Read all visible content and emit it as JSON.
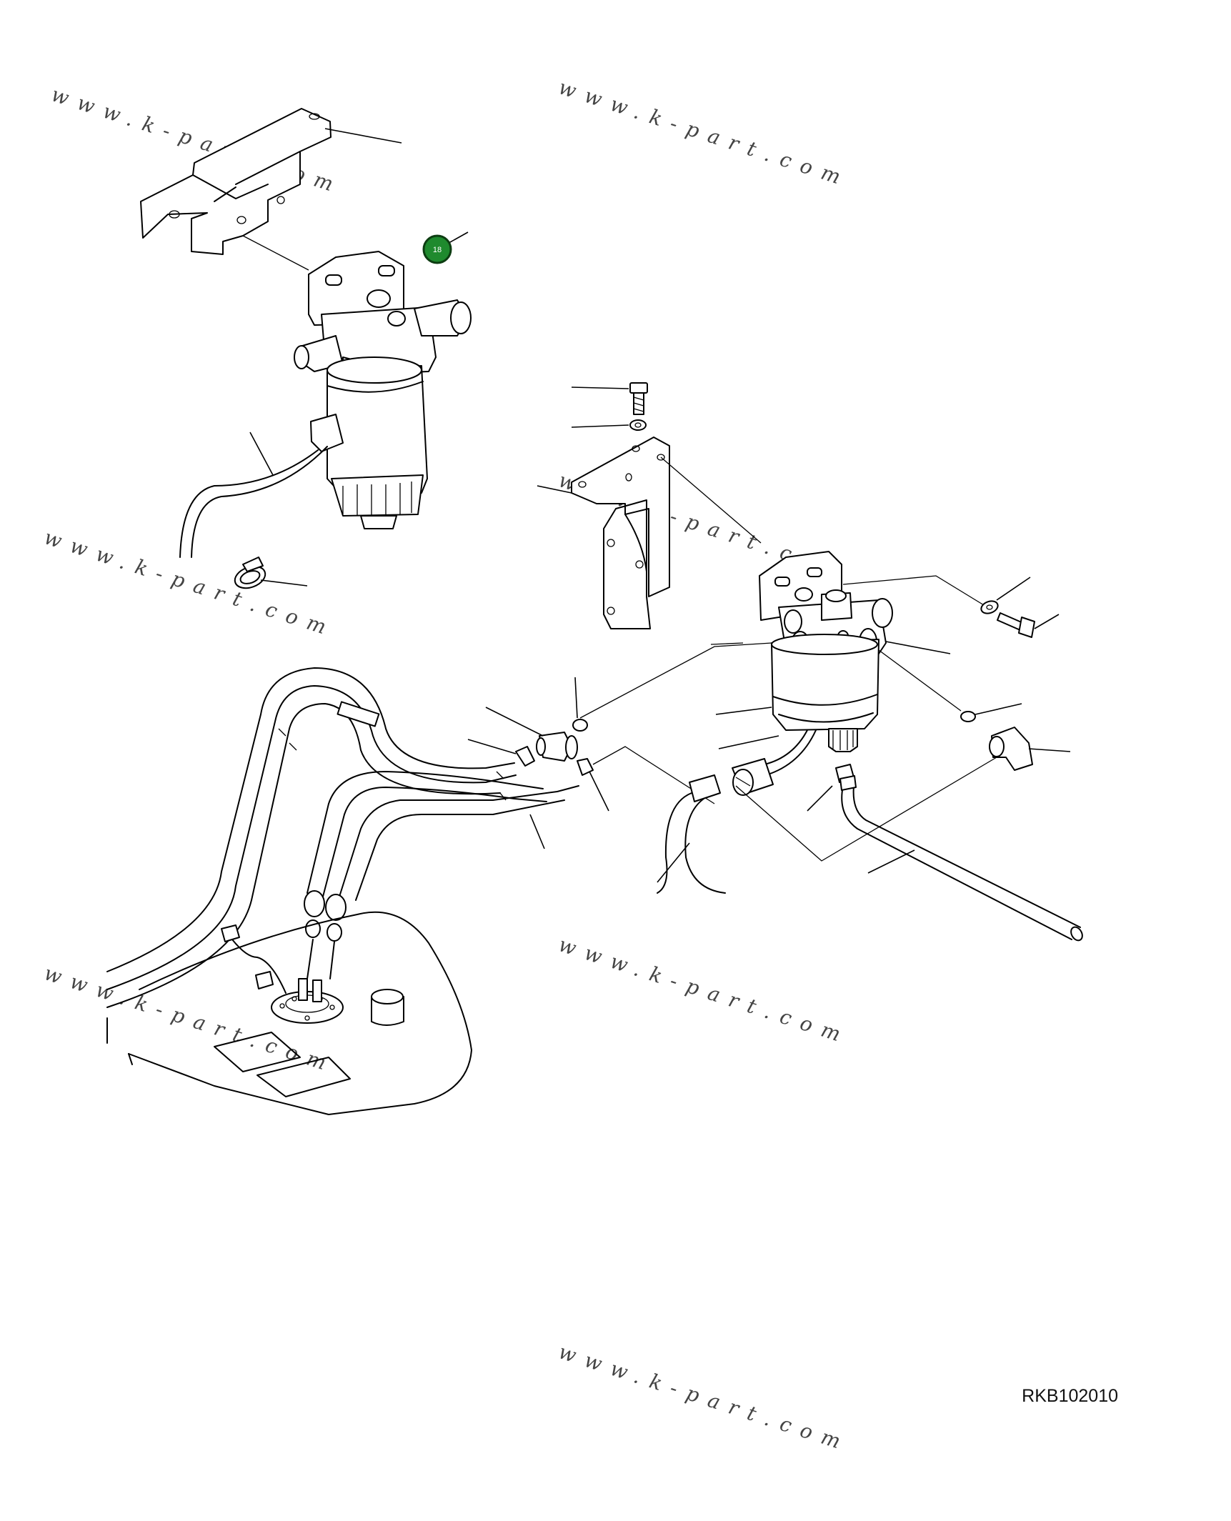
{
  "drawing_code": "RKB102010",
  "watermark_text": "www.k-part.com",
  "callout": {
    "label": "18",
    "color": "#1f8a2e",
    "border_color": "#0d3d12"
  }
}
